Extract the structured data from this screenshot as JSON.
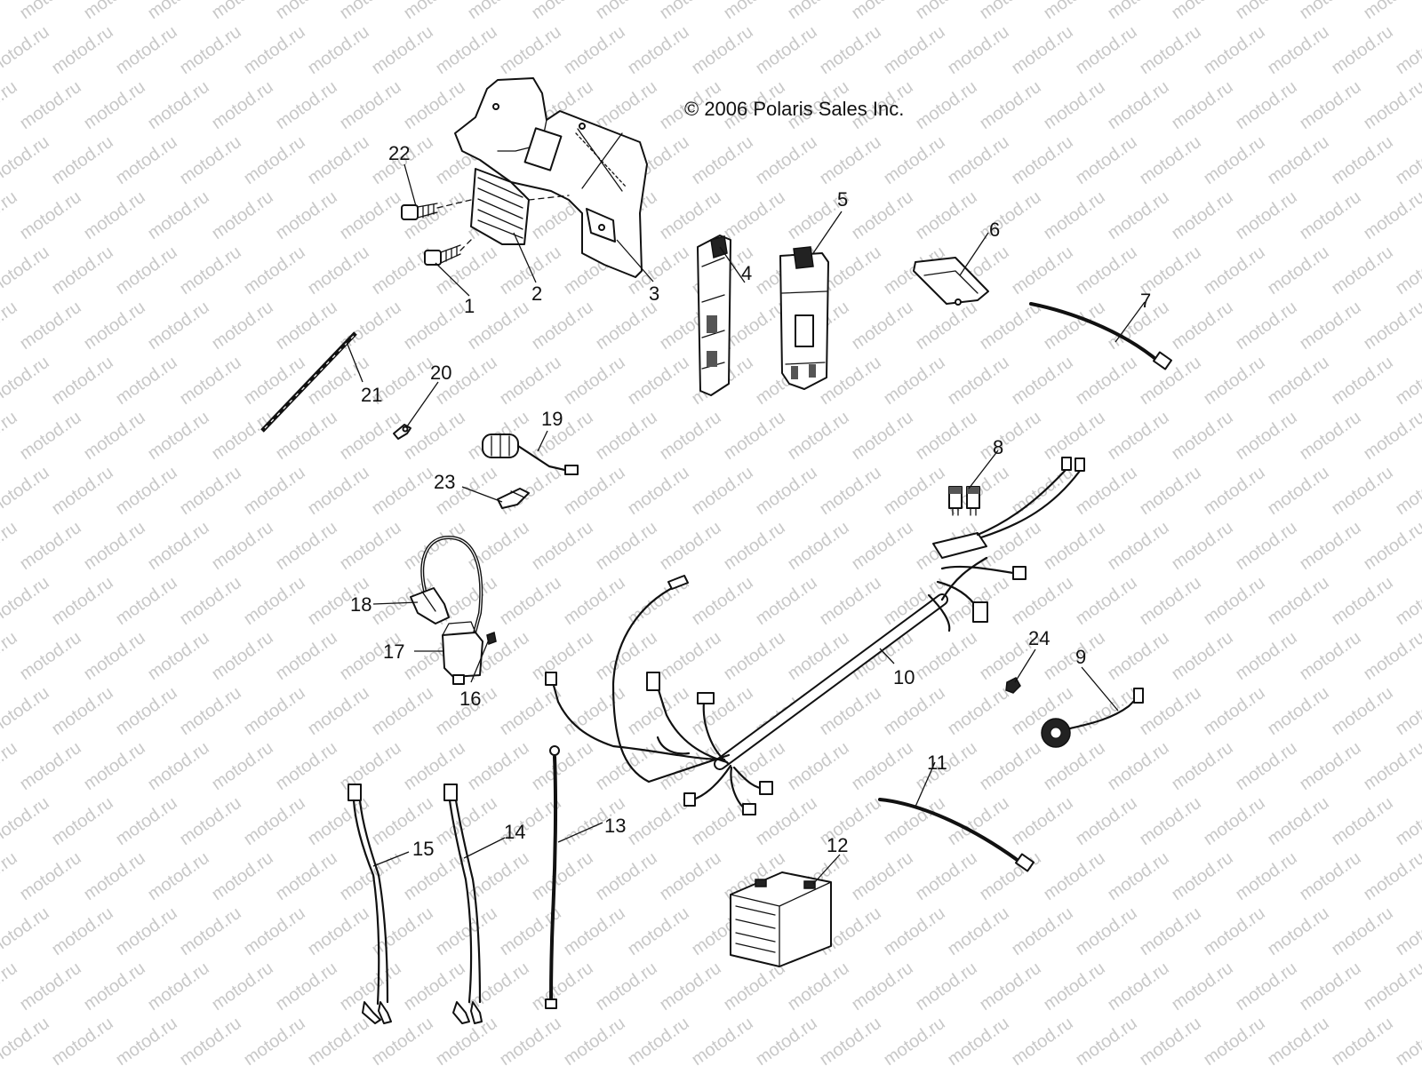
{
  "diagram": {
    "copyright": "© 2006 Polaris Sales Inc.",
    "watermark": "motod.ru",
    "callouts": [
      "1",
      "2",
      "3",
      "4",
      "5",
      "6",
      "7",
      "8",
      "9",
      "10",
      "11",
      "12",
      "13",
      "14",
      "15",
      "16",
      "17",
      "18",
      "19",
      "20",
      "21",
      "22",
      "23",
      "24"
    ]
  }
}
